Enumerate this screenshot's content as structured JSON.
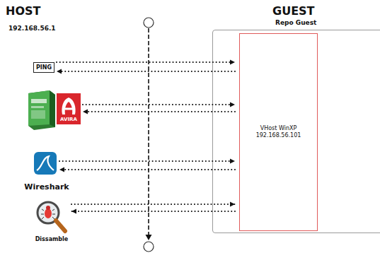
{
  "diagram": {
    "nodes": [
      {
        "text": [
          "PING"
        ]
      },
      {
        "text": [
          "AVIRA"
        ]
      },
      {
        "text": [
          "Wireshark"
        ]
      },
      {
        "text": [
          "Dissamble"
        ]
      },
      {
        "text": [
          "Repo Guest"
        ]
      },
      {
        "text": [
          "VHost WinXP",
          "192.168.56.101"
        ],
        "in": 4
      }
    ],
    "edges": [
      {
        "from": 0,
        "to": 5,
        "arrow": "to"
      },
      {
        "from": 5,
        "to": 0,
        "arrow": "to"
      },
      {
        "from": 1,
        "to": 5,
        "arrow": "to"
      },
      {
        "from": 5,
        "to": 1,
        "arrow": "to"
      },
      {
        "from": 2,
        "to": 5,
        "arrow": "to"
      },
      {
        "from": 5,
        "to": 2,
        "arrow": "to"
      },
      {
        "from": 3,
        "to": 5,
        "arrow": "to"
      },
      {
        "from": 5,
        "to": 3,
        "arrow": "to"
      }
    ],
    "labels": [
      "HOST",
      "192.168.56.1",
      "GUEST"
    ]
  }
}
